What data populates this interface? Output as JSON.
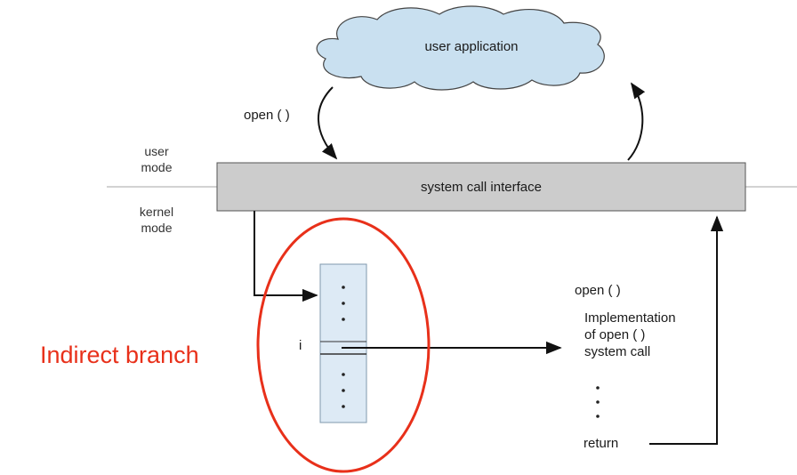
{
  "cloud": {
    "label": "user application"
  },
  "arrow_label_open": "open ( )",
  "modes": {
    "user": "user\nmode",
    "kernel": "kernel\nmode"
  },
  "system_call_interface": {
    "label": "system call interface"
  },
  "table": {
    "index_label": "i"
  },
  "implementation": {
    "title": "open ( )",
    "lines": [
      "Implementation",
      "of open ( )",
      "system call"
    ],
    "return_label": "return"
  },
  "annotation": {
    "label": "Indirect branch",
    "color": "#e8301a"
  },
  "colors": {
    "cloud_fill": "#c9e0f0",
    "interface_fill": "#cccccc",
    "table_fill": "#ddeaf5",
    "stroke": "#111111"
  }
}
